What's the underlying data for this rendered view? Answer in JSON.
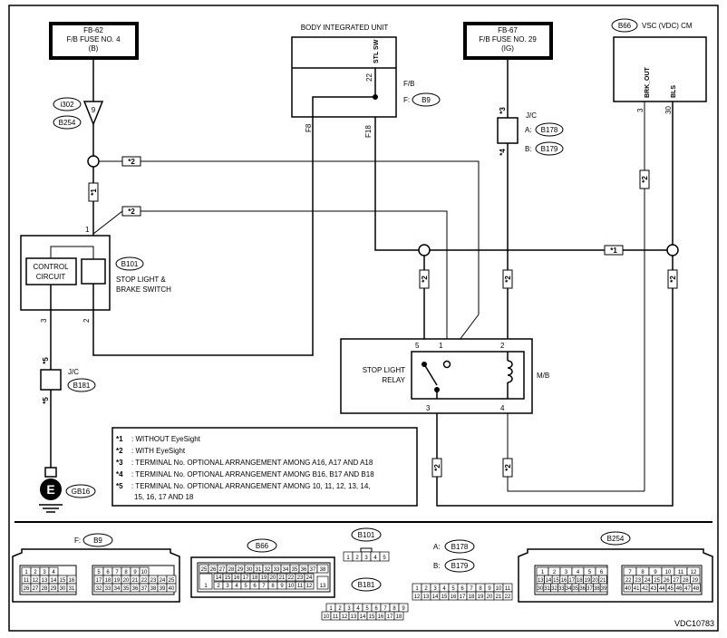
{
  "fuse_fb62": {
    "line1": "FB-62",
    "line2": "F/B FUSE NO. 4",
    "line3": "(B)"
  },
  "fuse_fb67": {
    "line1": "FB-67",
    "line2": "F/B FUSE NO. 29",
    "line3": "(IG)"
  },
  "body_unit": {
    "title": "BODY INTEGRATED UNIT",
    "pin_stl_sw": "STL SW",
    "pin22": "22",
    "pin_f8": "F8",
    "pin_f18": "F18",
    "fb_label": "F/B",
    "fb_conn_prefix": "F:",
    "fb_conn": "B9"
  },
  "vsc": {
    "conn": "B66",
    "title": "VSC (VDC) CM",
    "sig_brk": "BRK_OUT",
    "sig_bls": "BLS",
    "pin3": "3",
    "pin30": "30"
  },
  "connector_i302": {
    "top": "i302",
    "pin": "9",
    "bottom": "B254"
  },
  "switch": {
    "conn": "B101",
    "name_line1": "STOP LIGHT &",
    "name_line2": "BRAKE SWITCH",
    "control_line1": "CONTROL",
    "control_line2": "CIRCUIT",
    "pin1": "1",
    "pin2": "2",
    "pin3": "3"
  },
  "jc_top": {
    "label": "J/C",
    "a_prefix": "A:",
    "a_conn": "B178",
    "b_prefix": "B:",
    "b_conn": "B179",
    "star_top": "*3",
    "star_bottom": "*4"
  },
  "jc_bottom": {
    "label": "J/C",
    "conn": "B181",
    "star_top": "*5",
    "star_bottom": "*5"
  },
  "ground": {
    "symbol": "E",
    "conn": "GB16"
  },
  "relay": {
    "line1": "STOP LIGHT",
    "line2": "RELAY",
    "box_label": "M/B",
    "pin5": "5",
    "pin1": "1",
    "pin2": "2",
    "pin3": "3",
    "pin4": "4"
  },
  "wire_tags": {
    "s1": "*1",
    "s2": "*2"
  },
  "legend": [
    {
      "mark": "*1",
      "text": ": WITHOUT EyeSight"
    },
    {
      "mark": "*2",
      "text": ": WITH EyeSight"
    },
    {
      "mark": "*3",
      "text": ": TERMINAL No. OPTIONAL ARRANGEMENT AMONG A16, A17 AND A18"
    },
    {
      "mark": "*4",
      "text": ": TERMINAL No. OPTIONAL ARRANGEMENT AMONG B16, B17 AND B18"
    },
    {
      "mark": "*5",
      "text": ": TERMINAL No. OPTIONAL ARRANGEMENT AMONG 10, 11, 12, 13, 14,",
      "text2": "15, 16, 17 AND 18"
    }
  ],
  "connectors": {
    "b9": {
      "prefix": "F:",
      "name": "B9",
      "left_rows": [
        [
          "1",
          "2",
          "3",
          "4"
        ],
        [
          "11",
          "12",
          "13",
          "14",
          "15",
          "16"
        ],
        [
          "26",
          "27",
          "28",
          "29",
          "30",
          "31"
        ]
      ],
      "right_rows": [
        [
          "5",
          "6",
          "7",
          "8",
          "9",
          "10"
        ],
        [
          "17",
          "18",
          "19",
          "20",
          "21",
          "22",
          "23",
          "24",
          "25"
        ],
        [
          "32",
          "33",
          "34",
          "35",
          "36",
          "37",
          "38",
          "39",
          "40"
        ]
      ]
    },
    "b66": {
      "name": "B66",
      "row1": [
        "25",
        "26",
        "27",
        "28",
        "29",
        "30",
        "31",
        "32",
        "33",
        "34",
        "35",
        "36",
        "37",
        "38"
      ],
      "row2": [
        "14",
        "15",
        "16",
        "17",
        "18",
        "19",
        "20",
        "21",
        "22",
        "23",
        "24"
      ],
      "row3": [
        "2",
        "3",
        "4",
        "5",
        "6",
        "7",
        "8",
        "9",
        "10",
        "11",
        "12"
      ],
      "single1": "1",
      "single13": "13"
    },
    "b101": {
      "name": "B101",
      "pins": [
        "1",
        "2",
        "3",
        "4",
        "5"
      ]
    },
    "b181": {
      "name": "B181",
      "row1": [
        "1",
        "2",
        "3",
        "4",
        "5",
        "6",
        "7",
        "8",
        "9"
      ],
      "row2": [
        "10",
        "11",
        "12",
        "13",
        "14",
        "15",
        "16",
        "17",
        "18"
      ]
    },
    "b178": {
      "prefix": "A:",
      "name": "B178"
    },
    "b179": {
      "prefix": "B:",
      "name": "B179",
      "row1": [
        "1",
        "2",
        "3",
        "4",
        "5",
        "6",
        "7",
        "8",
        "9",
        "10",
        "11"
      ],
      "row2": [
        "12",
        "13",
        "14",
        "15",
        "16",
        "17",
        "18",
        "19",
        "20",
        "21",
        "22"
      ]
    },
    "b254": {
      "name": "B254",
      "left_rows": [
        [
          "1",
          "2",
          "3",
          "4",
          "5",
          "6"
        ],
        [
          "13",
          "14",
          "15",
          "16",
          "17",
          "18",
          "19",
          "20",
          "21"
        ],
        [
          "30",
          "31",
          "32",
          "33",
          "34",
          "35",
          "36",
          "37",
          "38",
          "39"
        ]
      ],
      "right_rows": [
        [
          "7",
          "8",
          "9",
          "10",
          "11",
          "12"
        ],
        [
          "22",
          "23",
          "24",
          "25",
          "26",
          "27",
          "28",
          "29"
        ],
        [
          "40",
          "41",
          "42",
          "43",
          "44",
          "45",
          "46",
          "47",
          "48"
        ]
      ]
    }
  },
  "diagram_code": "VDC10783"
}
